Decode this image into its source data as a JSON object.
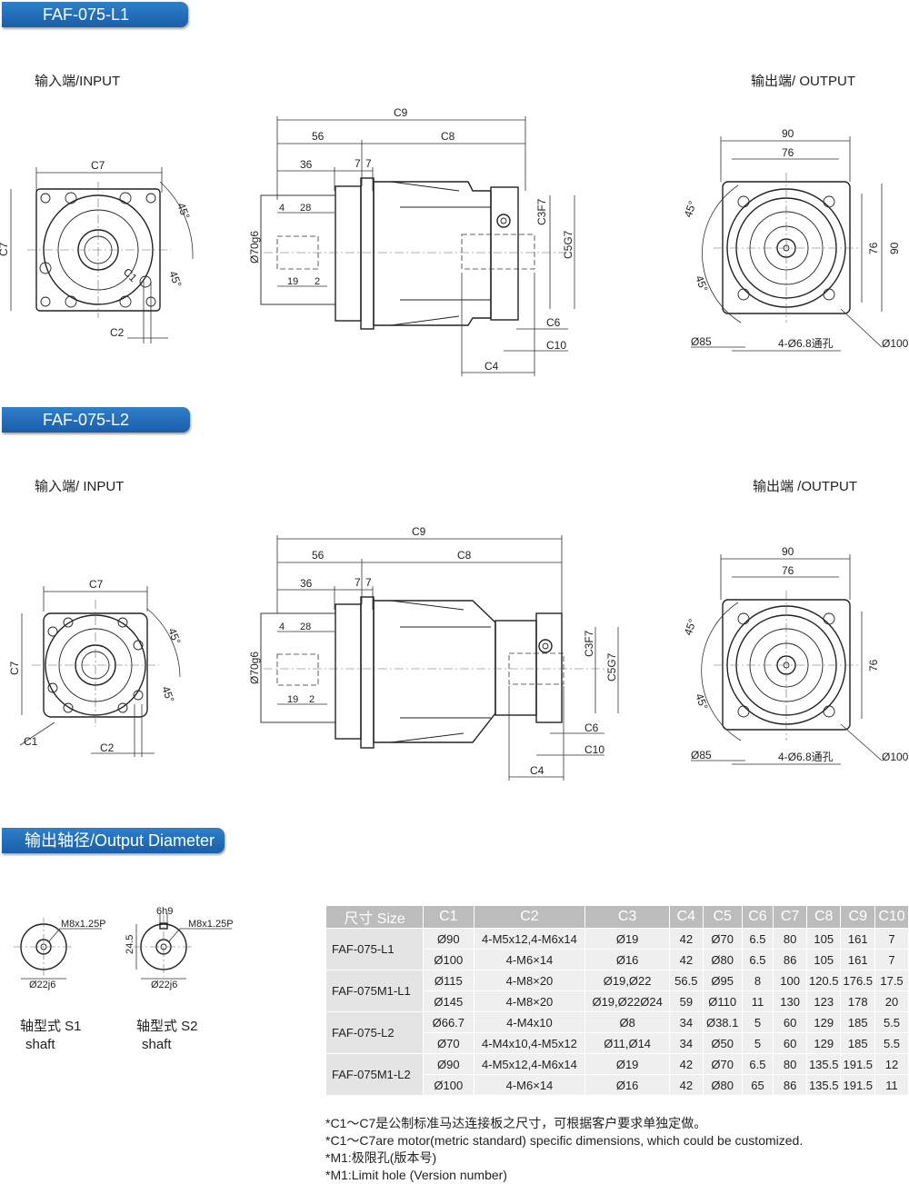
{
  "sections": {
    "l1_title": "FAF-075-L1",
    "l2_title": "FAF-075-L2",
    "output_title": "输出轴径/Output Diameter"
  },
  "l1": {
    "input_label": "输入端/INPUT",
    "output_label": "输出端/ OUTPUT",
    "dims": {
      "c7": "C7",
      "c1": "C1",
      "c2": "C2",
      "a45": "45°",
      "c9": "C9",
      "d56": "56",
      "c8": "C8",
      "d36": "36",
      "d7a": "7",
      "d7b": "7",
      "d4": "4",
      "d28": "28",
      "d19": "19",
      "d2": "2",
      "d70": "Ø70g6",
      "c3": "C3F7",
      "c5": "C5G7",
      "c6": "C6",
      "c10": "C10",
      "c4": "C4",
      "o90": "90",
      "o76": "76",
      "o85": "Ø85",
      "o100": "Ø100",
      "holes": "4-Ø6.8通孔"
    }
  },
  "l2": {
    "input_label": "输入端/ INPUT",
    "output_label": "输出端 /OUTPUT"
  },
  "shafts": {
    "s1": {
      "thread": "M8x1.25P",
      "dia": "Ø22j6",
      "label_cn": "轴型式 S1",
      "label_en": "shaft"
    },
    "s2": {
      "thread": "M8x1.25P",
      "dia": "Ø22j6",
      "key": "6h9",
      "height": "24.5",
      "label_cn": "轴型式 S2",
      "label_en": "shaft"
    }
  },
  "table": {
    "headers": [
      "尺寸 Size",
      "C1",
      "C2",
      "C3",
      "C4",
      "C5",
      "C6",
      "C7",
      "C8",
      "C9",
      "C10"
    ],
    "groups": [
      {
        "model": "FAF-075-L1",
        "rows": [
          [
            "Ø90",
            "4-M5x12,4-M6x14",
            "Ø19",
            "42",
            "Ø70",
            "6.5",
            "80",
            "105",
            "161",
            "7"
          ],
          [
            "Ø100",
            "4-M6×14",
            "Ø16",
            "42",
            "Ø80",
            "6.5",
            "86",
            "105",
            "161",
            "7"
          ]
        ]
      },
      {
        "model": "FAF-075M1-L1",
        "rows": [
          [
            "Ø115",
            "4-M8×20",
            "Ø19,Ø22",
            "56.5",
            "Ø95",
            "8",
            "100",
            "120.5",
            "176.5",
            "17.5"
          ],
          [
            "Ø145",
            "4-M8×20",
            "Ø19,Ø22Ø24",
            "59",
            "Ø110",
            "11",
            "130",
            "123",
            "178",
            "20"
          ]
        ]
      },
      {
        "model": "FAF-075-L2",
        "rows": [
          [
            "Ø66.7",
            "4-M4x10",
            "Ø8",
            "34",
            "Ø38.1",
            "5",
            "60",
            "129",
            "185",
            "5.5"
          ],
          [
            "Ø70",
            "4-M4x10,4-M5x12",
            "Ø11,Ø14",
            "34",
            "Ø50",
            "5",
            "60",
            "129",
            "185",
            "5.5"
          ]
        ]
      },
      {
        "model": "FAF-075M1-L2",
        "rows": [
          [
            "Ø90",
            "4-M5x12,4-M6x14",
            "Ø19",
            "42",
            "Ø70",
            "6.5",
            "80",
            "135.5",
            "191.5",
            "12"
          ],
          [
            "Ø100",
            "4-M6×14",
            "Ø16",
            "42",
            "Ø80",
            "65",
            "86",
            "135.5",
            "191.5",
            "11"
          ]
        ]
      }
    ]
  },
  "notes": [
    "*C1～C7是公制标准马达连接板之尺寸，可根据客户要求单独定做。",
    "*C1～C7are motor(metric standard) specific dimensions, which could be customized.",
    "*M1:极限孔(版本号)",
    "*M1:Limit hole (Version number)"
  ]
}
